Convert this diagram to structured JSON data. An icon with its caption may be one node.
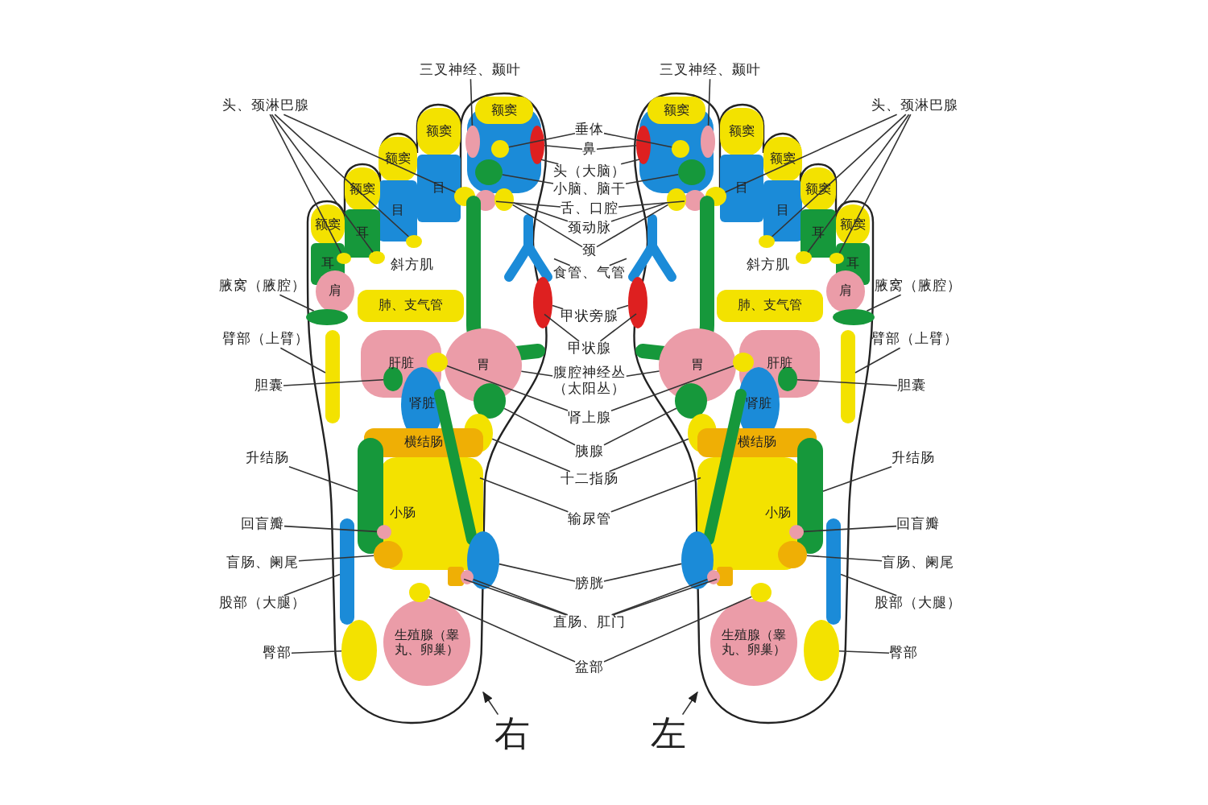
{
  "diagram": {
    "nodes": [
      {
        "text": [],
        "shape": "picture"
      },
      {
        "text": [],
        "shape": "box",
        "in": 0
      },
      {
        "text": [
          "额窦"
        ],
        "in": 0
      },
      {
        "text": [],
        "shape": "circle",
        "in": 1
      },
      {
        "text": [],
        "shape": "circle",
        "in": 0
      },
      {
        "text": [],
        "shape": "circle",
        "in": 1
      },
      {
        "text": [],
        "shape": "circle",
        "in": 1
      },
      {
        "text": [
          "额窦"
        ],
        "in": 0
      },
      {
        "text": [
          "目"
        ],
        "in": 0
      },
      {
        "text": [
          "额窦"
        ],
        "in": 0
      },
      {
        "text": [
          "目"
        ],
        "in": 0
      },
      {
        "text": [
          "额窦"
        ],
        "in": 0
      },
      {
        "text": [
          "耳"
        ],
        "in": 0
      },
      {
        "text": [
          "额窦"
        ],
        "in": 0
      },
      {
        "text": [
          "耳"
        ],
        "in": 0
      },
      {
        "text": [],
        "shape": "circle",
        "in": 0
      },
      {
        "text": [],
        "shape": "circle",
        "in": 0
      },
      {
        "text": [],
        "shape": "circle",
        "in": 0
      },
      {
        "text": [],
        "shape": "circle",
        "in": 0
      },
      {
        "text": [],
        "shape": "circle",
        "in": 0
      },
      {
        "text": [],
        "shape": "circle",
        "in": 0
      },
      {
        "text": [],
        "shape": "bar",
        "in": 0
      },
      {
        "text": [],
        "shape": "circle",
        "in": 0
      },
      {
        "text": [],
        "shape": "bar",
        "in": 0
      },
      {
        "text": [
          "肩"
        ],
        "in": 0
      },
      {
        "text": [],
        "shape": "circle",
        "in": 0
      },
      {
        "text": [
          "肺、支气管"
        ],
        "in": 0
      },
      {
        "text": [],
        "shape": "bar",
        "in": 0
      },
      {
        "text": [
          "肝脏"
        ],
        "in": 0
      },
      {
        "text": [],
        "shape": "circle",
        "in": 28
      },
      {
        "text": [
          "胃"
        ],
        "in": 0
      },
      {
        "text": [],
        "shape": "circle",
        "in": 0
      },
      {
        "text": [],
        "shape": "circle",
        "in": 0
      },
      {
        "text": [
          "肾脏"
        ],
        "in": 0
      },
      {
        "text": [],
        "shape": "circle",
        "in": 0
      },
      {
        "text": [
          "横结肠"
        ],
        "in": 0
      },
      {
        "text": [
          "小肠"
        ],
        "in": 0
      },
      {
        "text": [],
        "shape": "bar",
        "in": 0
      },
      {
        "text": [],
        "shape": "circle",
        "in": 0
      },
      {
        "text": [],
        "shape": "circle",
        "in": 0
      },
      {
        "text": [],
        "shape": "bar",
        "in": 0
      },
      {
        "text": [],
        "shape": "circle",
        "in": 0
      },
      {
        "text": [],
        "shape": "box",
        "in": 0
      },
      {
        "text": [],
        "shape": "circle",
        "in": 0
      },
      {
        "text": [],
        "shape": "bar",
        "in": 0
      },
      {
        "text": [],
        "shape": "circle",
        "in": 0
      },
      {
        "text": [
          "生殖腺（睾丸、卵巢）"
        ],
        "in": 0
      },
      {
        "text": [],
        "shape": "circle",
        "in": 0
      },
      {
        "text": [],
        "shape": "picture"
      },
      {
        "text": [],
        "shape": "box",
        "in": 48
      },
      {
        "text": [
          "额窦"
        ],
        "in": 48
      },
      {
        "text": [],
        "shape": "circle",
        "in": 49
      },
      {
        "text": [],
        "shape": "circle",
        "in": 48
      },
      {
        "text": [],
        "shape": "circle",
        "in": 49
      },
      {
        "text": [],
        "shape": "circle",
        "in": 49
      },
      {
        "text": [
          "额窦"
        ],
        "in": 48
      },
      {
        "text": [
          "目"
        ],
        "in": 48
      },
      {
        "text": [
          "额窦"
        ],
        "in": 48
      },
      {
        "text": [
          "目"
        ],
        "in": 48
      },
      {
        "text": [
          "额窦"
        ],
        "in": 48
      },
      {
        "text": [
          "耳"
        ],
        "in": 48
      },
      {
        "text": [
          "额窦"
        ],
        "in": 48
      },
      {
        "text": [
          "耳"
        ],
        "in": 48
      },
      {
        "text": [],
        "shape": "circle",
        "in": 48
      },
      {
        "text": [],
        "shape": "circle",
        "in": 48
      },
      {
        "text": [],
        "shape": "circle",
        "in": 48
      },
      {
        "text": [],
        "shape": "circle",
        "in": 48
      },
      {
        "text": [],
        "shape": "circle",
        "in": 48
      },
      {
        "text": [],
        "shape": "circle",
        "in": 48
      },
      {
        "text": [],
        "shape": "bar",
        "in": 48
      },
      {
        "text": [],
        "shape": "circle",
        "in": 48
      },
      {
        "text": [],
        "shape": "bar",
        "in": 48
      },
      {
        "text": [
          "肩"
        ],
        "in": 48
      },
      {
        "text": [],
        "shape": "circle",
        "in": 48
      },
      {
        "text": [
          "肺、支气管"
        ],
        "in": 48
      },
      {
        "text": [],
        "shape": "bar",
        "in": 48
      },
      {
        "text": [
          "肝脏"
        ],
        "in": 48
      },
      {
        "text": [],
        "shape": "circle",
        "in": 76
      },
      {
        "text": [
          "胃"
        ],
        "in": 48
      },
      {
        "text": [],
        "shape": "circle",
        "in": 48
      },
      {
        "text": [],
        "shape": "circle",
        "in": 48
      },
      {
        "text": [
          "肾脏"
        ],
        "in": 48
      },
      {
        "text": [],
        "shape": "circle",
        "in": 48
      },
      {
        "text": [
          "横结肠"
        ],
        "in": 48
      },
      {
        "text": [
          "小肠"
        ],
        "in": 48
      },
      {
        "text": [],
        "shape": "bar",
        "in": 48
      },
      {
        "text": [],
        "shape": "circle",
        "in": 48
      },
      {
        "text": [],
        "shape": "circle",
        "in": 48
      },
      {
        "text": [],
        "shape": "bar",
        "in": 48
      },
      {
        "text": [],
        "shape": "circle",
        "in": 48
      },
      {
        "text": [],
        "shape": "box",
        "in": 48
      },
      {
        "text": [],
        "shape": "circle",
        "in": 48
      },
      {
        "text": [],
        "shape": "bar",
        "in": 48
      },
      {
        "text": [],
        "shape": "circle",
        "in": 48
      },
      {
        "text": [
          "生殖腺（睾丸、卵巢）"
        ],
        "in": 48
      },
      {
        "text": [],
        "shape": "circle",
        "in": 48
      },
      {
        "text": [
          "三叉神经、颞叶"
        ]
      },
      {
        "text": [
          "头、颈淋巴腺"
        ]
      },
      {
        "text": [
          "腋窝（腋腔）"
        ]
      },
      {
        "text": [
          "臂部（上臂）"
        ]
      },
      {
        "text": [
          "胆囊"
        ]
      },
      {
        "text": [
          "升结肠"
        ]
      },
      {
        "text": [
          "回盲瓣"
        ]
      },
      {
        "text": [
          "盲肠、阑尾"
        ]
      },
      {
        "text": [
          "股部（大腿）"
        ]
      },
      {
        "text": [
          "臀部"
        ]
      },
      {
        "text": [
          "垂体"
        ]
      },
      {
        "text": [
          "鼻"
        ]
      },
      {
        "text": [
          "头（大脑）"
        ]
      },
      {
        "text": [
          "小脑、脑干"
        ]
      },
      {
        "text": [
          "舌、口腔"
        ]
      },
      {
        "text": [
          "颈动脉"
        ]
      },
      {
        "text": [
          "颈"
        ]
      },
      {
        "text": [
          "食管、气管"
        ]
      },
      {
        "text": [
          "甲状旁腺"
        ]
      },
      {
        "text": [
          "甲状腺"
        ]
      },
      {
        "text": [
          "腹腔神经丛（太阳丛）"
        ]
      },
      {
        "text": [
          "肾上腺"
        ]
      },
      {
        "text": [
          "胰腺"
        ]
      },
      {
        "text": [
          "十二指肠"
        ]
      },
      {
        "text": [
          "输尿管"
        ]
      },
      {
        "text": [
          "膀胱"
        ]
      },
      {
        "text": [
          "直肠、肛门"
        ]
      },
      {
        "text": [
          "盆部"
        ]
      },
      {
        "text": [
          "三叉神经、颞叶"
        ]
      },
      {
        "text": [
          "头、颈淋巴腺"
        ]
      },
      {
        "text": [
          "腋窝（腋腔）"
        ]
      },
      {
        "text": [
          "臂部（上臂）"
        ]
      },
      {
        "text": [
          "胆囊"
        ]
      },
      {
        "text": [
          "升结肠"
        ]
      },
      {
        "text": [
          "回盲瓣"
        ]
      },
      {
        "text": [
          "盲肠、阑尾"
        ]
      },
      {
        "text": [
          "股部（大腿）"
        ]
      },
      {
        "text": [
          "臀部"
        ]
      },
      {
        "text": [
          "右"
        ]
      },
      {
        "text": [
          "左"
        ]
      }
    ],
    "edges": [
      {
        "from": 96,
        "to": 3,
        "arrow": "none"
      },
      {
        "from": 97,
        "to": 15,
        "arrow": "none"
      },
      {
        "from": 97,
        "to": 16,
        "arrow": "none"
      },
      {
        "from": 97,
        "to": 17,
        "arrow": "none"
      },
      {
        "from": 97,
        "to": 18,
        "arrow": "none"
      },
      {
        "from": 98,
        "to": 25,
        "arrow": "none"
      },
      {
        "from": 99,
        "to": 27,
        "arrow": "none"
      },
      {
        "from": 100,
        "to": 29,
        "arrow": "none"
      },
      {
        "from": 101,
        "to": 37,
        "arrow": "none"
      },
      {
        "from": 102,
        "to": 38,
        "arrow": "none"
      },
      {
        "from": 103,
        "to": 39,
        "arrow": "none"
      },
      {
        "from": 104,
        "to": 44,
        "arrow": "none"
      },
      {
        "from": 105,
        "to": 45,
        "arrow": "none"
      },
      {
        "from": 106,
        "to": 5,
        "arrow": "none"
      },
      {
        "from": 106,
        "to": 53,
        "arrow": "none"
      },
      {
        "from": 107,
        "to": 4,
        "arrow": "none"
      },
      {
        "from": 107,
        "to": 52,
        "arrow": "none"
      },
      {
        "from": 108,
        "to": 1,
        "arrow": "none"
      },
      {
        "from": 108,
        "to": 49,
        "arrow": "none"
      },
      {
        "from": 109,
        "to": 6,
        "arrow": "none"
      },
      {
        "from": 109,
        "to": 54,
        "arrow": "none"
      },
      {
        "from": 110,
        "to": 19,
        "arrow": "none"
      },
      {
        "from": 110,
        "to": 67,
        "arrow": "none"
      },
      {
        "from": 111,
        "to": 20,
        "arrow": "none"
      },
      {
        "from": 111,
        "to": 68,
        "arrow": "none"
      },
      {
        "from": 112,
        "to": 20,
        "arrow": "none"
      },
      {
        "from": 112,
        "to": 68,
        "arrow": "none"
      },
      {
        "from": 113,
        "to": 21,
        "arrow": "none"
      },
      {
        "from": 113,
        "to": 69,
        "arrow": "none"
      },
      {
        "from": 114,
        "to": 22,
        "arrow": "none"
      },
      {
        "from": 114,
        "to": 70,
        "arrow": "none"
      },
      {
        "from": 115,
        "to": 23,
        "arrow": "none"
      },
      {
        "from": 115,
        "to": 71,
        "arrow": "none"
      },
      {
        "from": 116,
        "to": 30,
        "arrow": "none"
      },
      {
        "from": 116,
        "to": 78,
        "arrow": "none"
      },
      {
        "from": 117,
        "to": 34,
        "arrow": "none"
      },
      {
        "from": 117,
        "to": 82,
        "arrow": "none"
      },
      {
        "from": 118,
        "to": 31,
        "arrow": "none"
      },
      {
        "from": 118,
        "to": 79,
        "arrow": "none"
      },
      {
        "from": 119,
        "to": 32,
        "arrow": "none"
      },
      {
        "from": 119,
        "to": 80,
        "arrow": "none"
      },
      {
        "from": 120,
        "to": 40,
        "arrow": "none"
      },
      {
        "from": 120,
        "to": 88,
        "arrow": "none"
      },
      {
        "from": 121,
        "to": 41,
        "arrow": "none"
      },
      {
        "from": 121,
        "to": 89,
        "arrow": "none"
      },
      {
        "from": 122,
        "to": 42,
        "arrow": "none"
      },
      {
        "from": 122,
        "to": 43,
        "arrow": "none"
      },
      {
        "from": 122,
        "to": 90,
        "arrow": "none"
      },
      {
        "from": 122,
        "to": 91,
        "arrow": "none"
      },
      {
        "from": 123,
        "to": 47,
        "arrow": "none"
      },
      {
        "from": 123,
        "to": 95,
        "arrow": "none"
      },
      {
        "from": 124,
        "to": 51,
        "arrow": "none"
      },
      {
        "from": 125,
        "to": 63,
        "arrow": "none"
      },
      {
        "from": 125,
        "to": 64,
        "arrow": "none"
      },
      {
        "from": 125,
        "to": 65,
        "arrow": "none"
      },
      {
        "from": 125,
        "to": 66,
        "arrow": "none"
      },
      {
        "from": 126,
        "to": 73,
        "arrow": "none"
      },
      {
        "from": 127,
        "to": 75,
        "arrow": "none"
      },
      {
        "from": 128,
        "to": 77,
        "arrow": "none"
      },
      {
        "from": 129,
        "to": 85,
        "arrow": "none"
      },
      {
        "from": 130,
        "to": 86,
        "arrow": "none"
      },
      {
        "from": 131,
        "to": 87,
        "arrow": "none"
      },
      {
        "from": 132,
        "to": 92,
        "arrow": "none"
      },
      {
        "from": 133,
        "to": 93,
        "arrow": "none"
      },
      {
        "from": 134,
        "to": 0,
        "arrow": "to"
      },
      {
        "from": 135,
        "to": 48,
        "arrow": "to"
      }
    ],
    "labels": [
      "斜方肌",
      "斜方肌"
    ]
  }
}
